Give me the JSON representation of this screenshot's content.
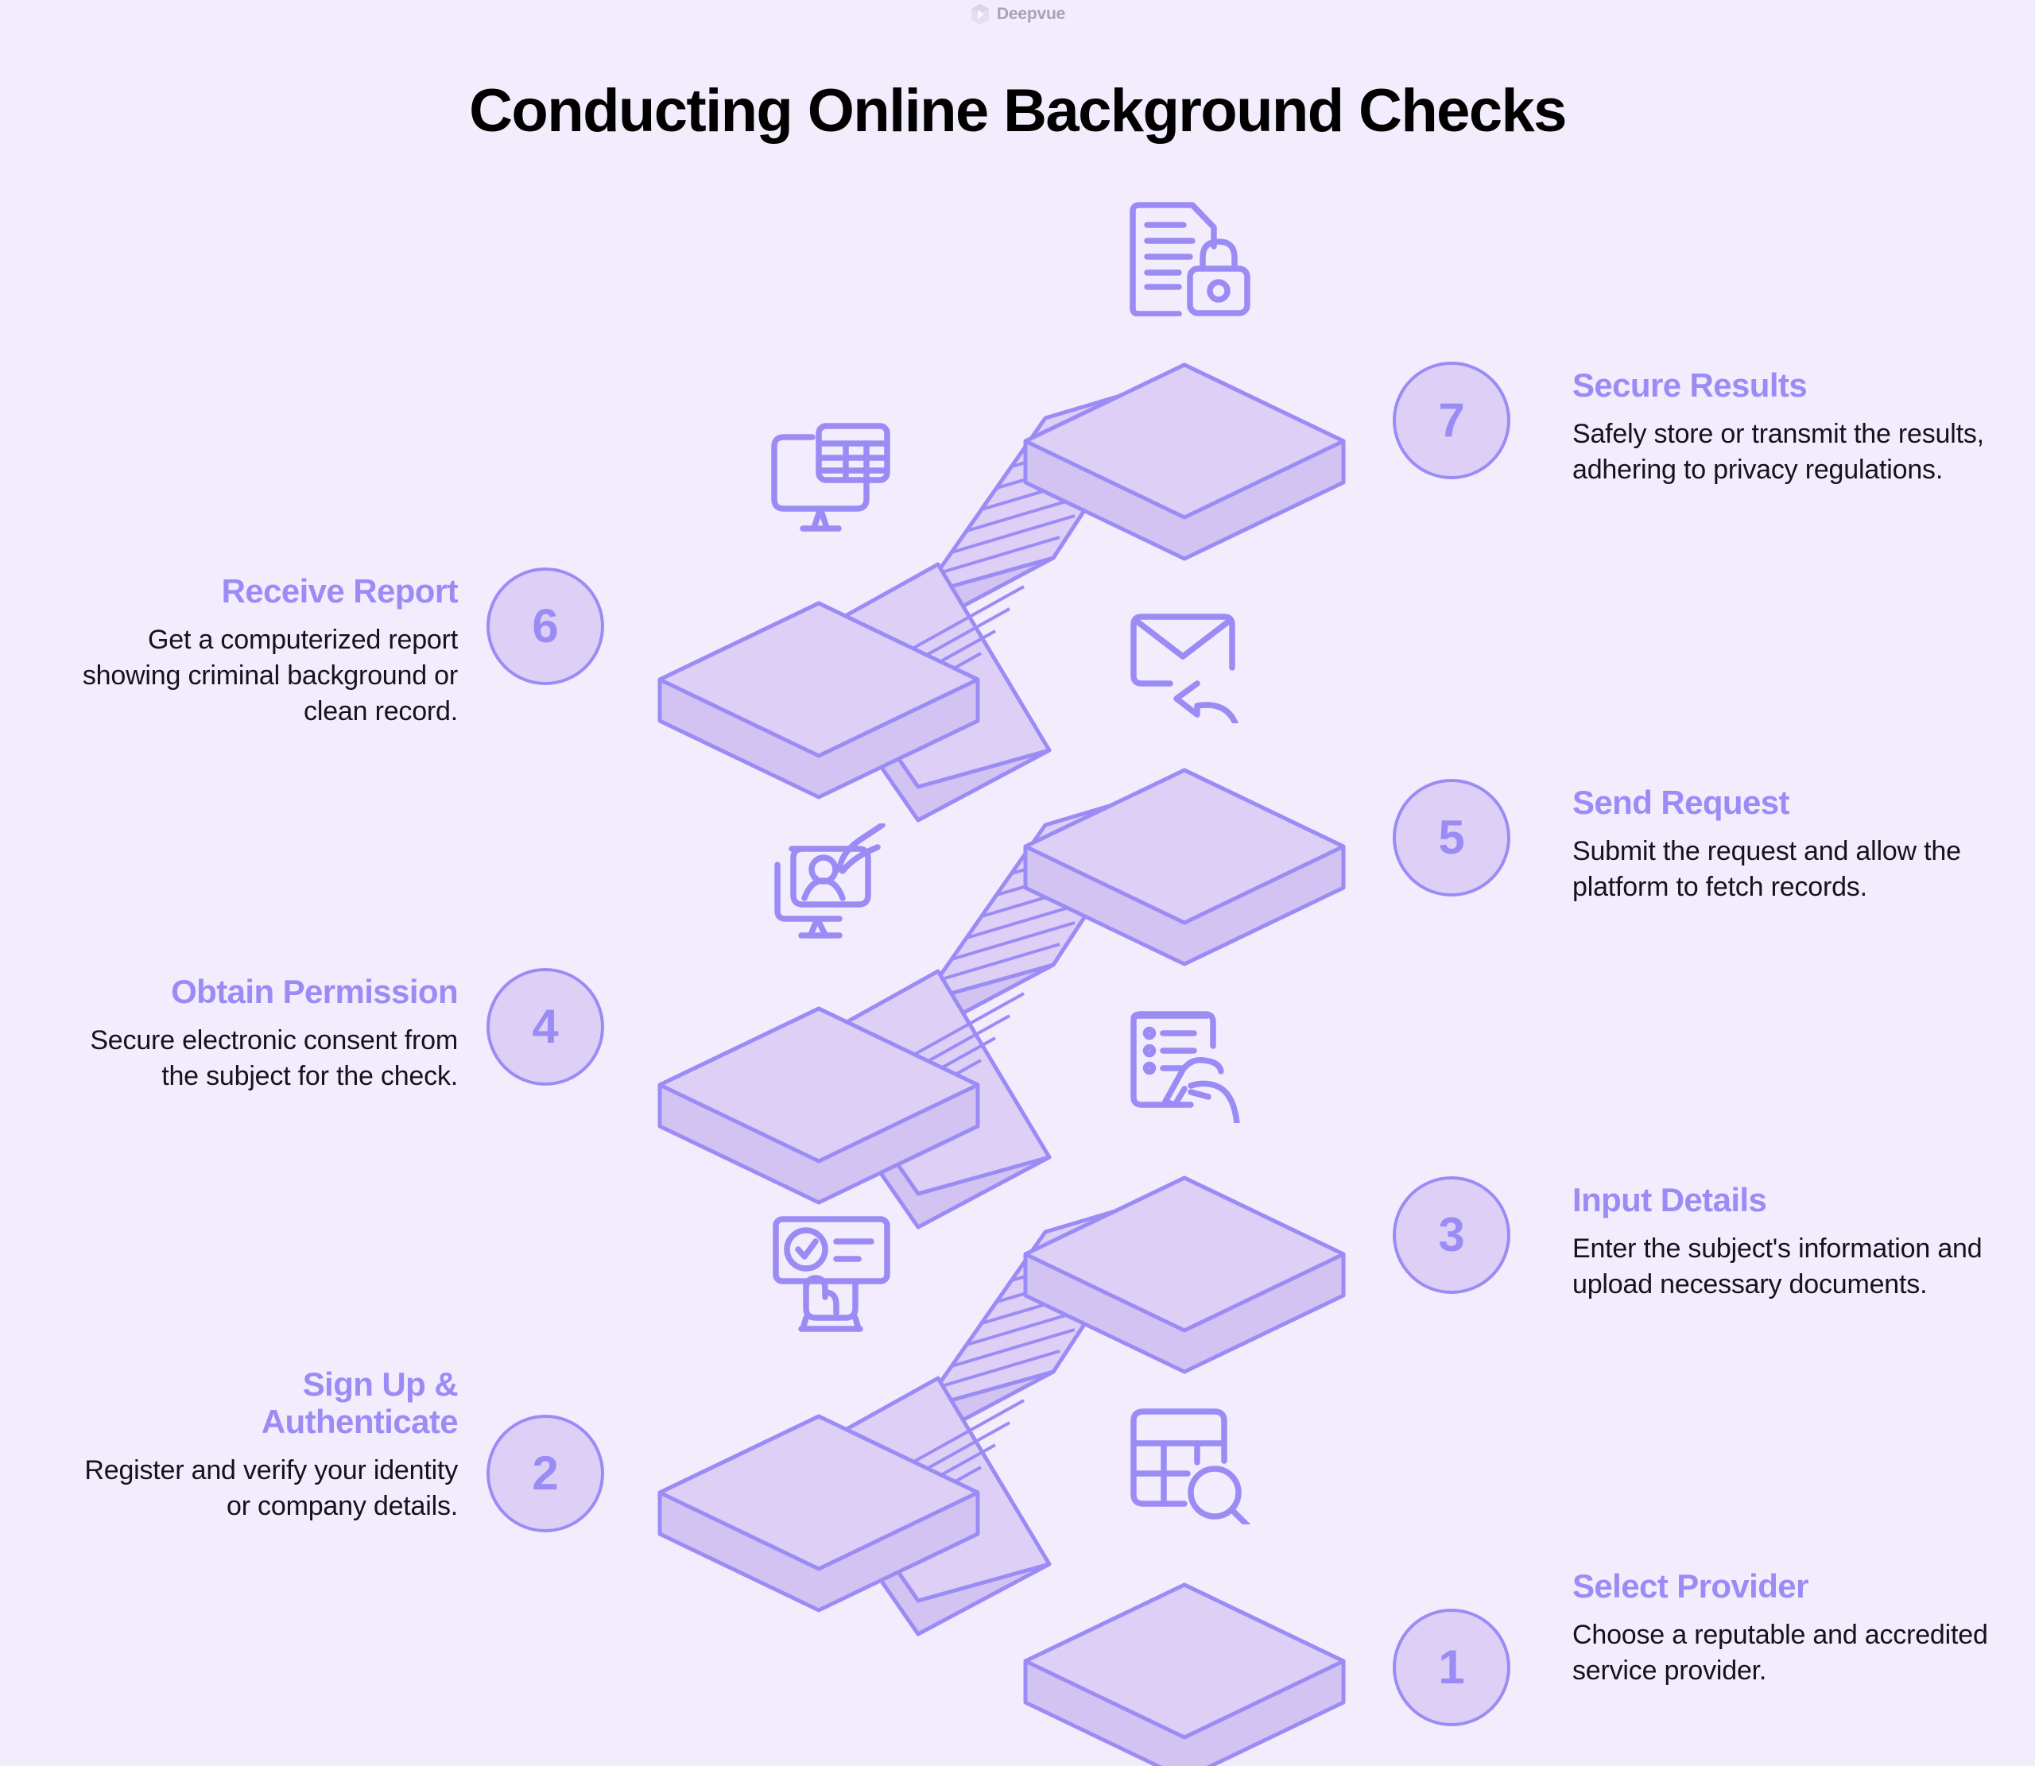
{
  "watermark": {
    "brand": "Deepvue",
    "logo_icon": "hexagon-logo-icon"
  },
  "header": {
    "title": "Conducting Online Background Checks"
  },
  "theme": {
    "background": "#f3ecfd",
    "accent": "#9b8cf5",
    "platform_top": "#ddcff5",
    "platform_side": "#d3c3f2",
    "stroke": "#9b8cf5",
    "title_color": "#000000",
    "body_color": "#15131a"
  },
  "steps": [
    {
      "number": "1",
      "title": "Select Provider",
      "description": "Choose a reputable and accredited service provider.",
      "side": "right",
      "icon": "table-search-icon"
    },
    {
      "number": "2",
      "title": "Sign Up &\nAuthenticate",
      "description": "Register and verify your identity or company details.",
      "side": "left",
      "icon": "verified-screen-icon"
    },
    {
      "number": "3",
      "title": "Input Details",
      "description": "Enter the subject's information and upload necessary documents.",
      "side": "right",
      "icon": "form-signing-icon"
    },
    {
      "number": "4",
      "title": "Obtain Permission",
      "description": "Secure electronic consent from the subject for the check.",
      "side": "left",
      "icon": "monitor-person-consent-icon"
    },
    {
      "number": "5",
      "title": "Send Request",
      "description": "Submit the request and allow the platform to fetch records.",
      "side": "right",
      "icon": "envelope-reply-icon"
    },
    {
      "number": "6",
      "title": "Receive Report",
      "description": "Get a computerized report showing criminal background or clean record.",
      "side": "left",
      "icon": "monitor-spreadsheet-icon"
    },
    {
      "number": "7",
      "title": "Secure Results",
      "description": "Safely store or transmit the results, adhering to privacy regulations.",
      "side": "right",
      "icon": "document-lock-icon"
    }
  ]
}
